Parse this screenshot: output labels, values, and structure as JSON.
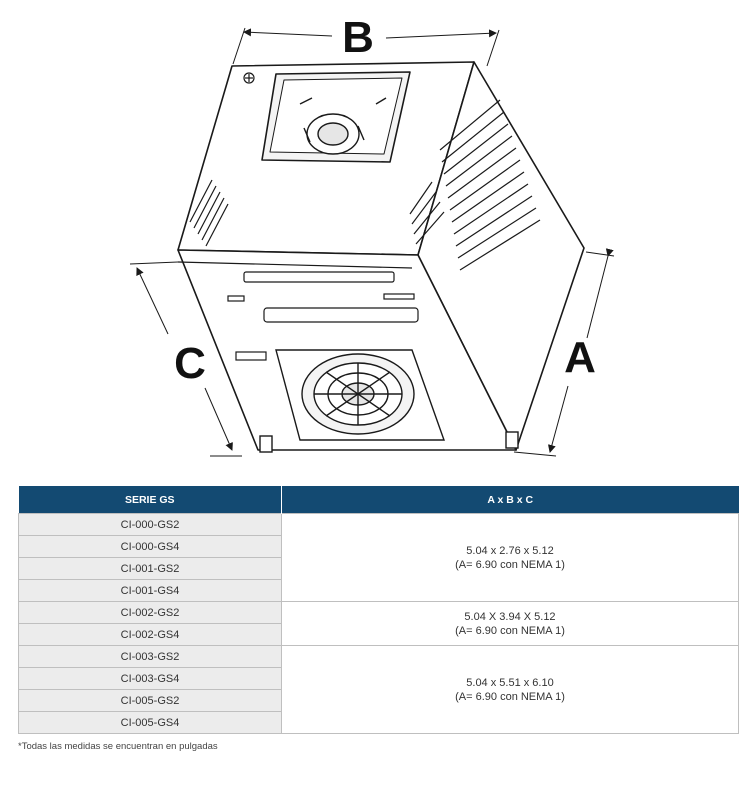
{
  "figure": {
    "labels": {
      "a": "A",
      "b": "B",
      "c": "C"
    },
    "colors": {
      "stroke": "#1a1a1a",
      "fill": "#ffffff",
      "shade": "#e6e6e6"
    },
    "icons": [
      "drive-unit-illustration",
      "keypad-icon",
      "cooling-fan-icon",
      "vent-slots",
      "grounding-screw-icon"
    ]
  },
  "table": {
    "headers": [
      "SERIE GS",
      "A x B x C"
    ],
    "groups": [
      {
        "models": [
          "CI-000-GS2",
          "CI-000-GS4",
          "CI-001-GS2",
          "CI-001-GS4"
        ],
        "dims": "5.04 x 2.76 x 5.12",
        "note": "(A= 6.90 con NEMA 1)"
      },
      {
        "models": [
          "CI-002-GS2",
          "CI-002-GS4"
        ],
        "dims": "5.04 X 3.94 X 5.12",
        "note": "(A= 6.90 con NEMA 1)"
      },
      {
        "models": [
          "CI-003-GS2",
          "CI-003-GS4",
          "CI-005-GS2",
          "CI-005-GS4"
        ],
        "dims": "5.04 x 5.51 x 6.10",
        "note": "(A= 6.90 con NEMA 1)"
      }
    ],
    "colors": {
      "header_bg": "#134a72",
      "header_text": "#ffffff",
      "model_bg": "#ececec",
      "border": "#bfbfbf"
    }
  },
  "footnote": "*Todas las medidas se encuentran en pulgadas"
}
